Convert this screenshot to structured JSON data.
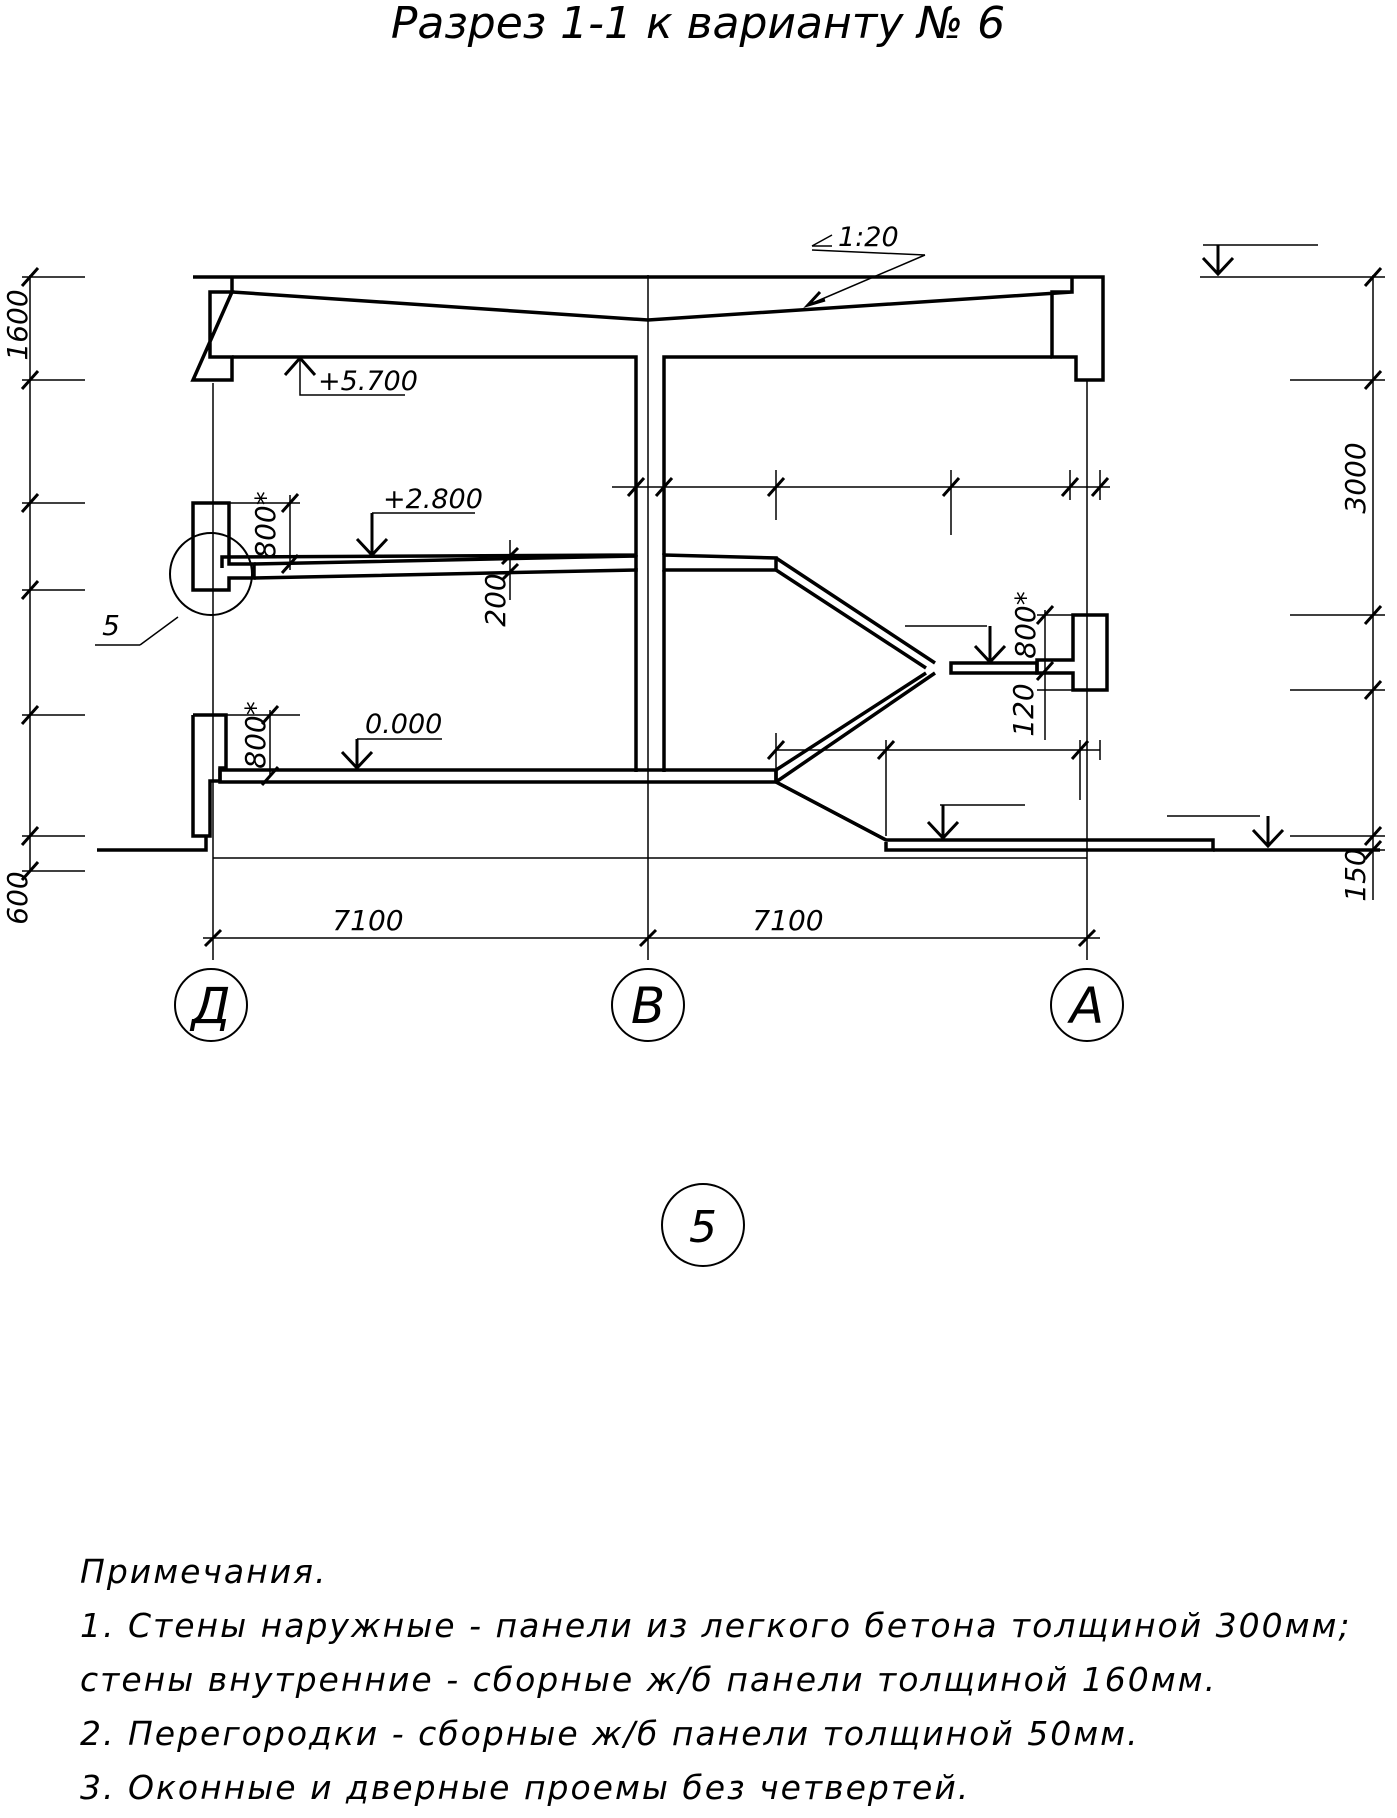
{
  "title": "Разрез 1-1 к варианту № 6",
  "slope": "1:20",
  "levels": {
    "roof": "+5.700",
    "floor2": "+2.800",
    "ground": "0.000"
  },
  "dimensions": {
    "left_top": "1600",
    "left_bottom": "600",
    "right_height": "3000",
    "right_bottom": "150",
    "slab": "200",
    "window_left_upper": "800*",
    "window_left_lower": "800*",
    "window_right": "800*",
    "step": "120",
    "span_left": "7100",
    "span_right": "7100"
  },
  "callout": "5",
  "axes": [
    "Д",
    "В",
    "А"
  ],
  "detail_number": "5",
  "notes": {
    "heading": "Примечания.",
    "lines": [
      "1. Стены наружные - панели из легкого бетона толщиной 300мм;",
      "стены внутренние - сборные ж/б панели толщиной 160мм.",
      "2. Перегородки - сборные ж/б панели толщиной 50мм.",
      "3. Оконные и дверные проемы без четвертей."
    ]
  }
}
